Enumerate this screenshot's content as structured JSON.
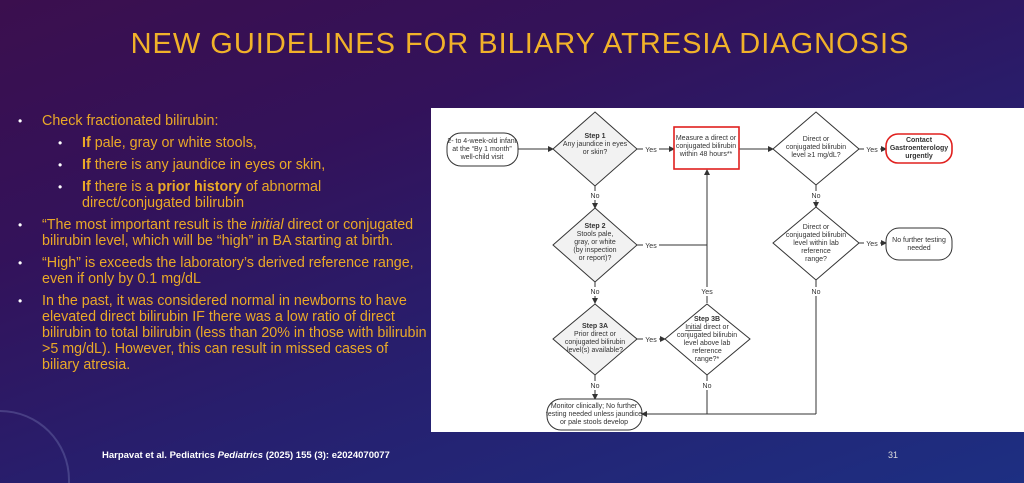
{
  "title": "NEW GUIDELINES FOR BILIARY ATRESIA DIAGNOSIS",
  "bullets": {
    "b1": "Check fractionated bilirubin:",
    "s1": {
      "if": "If",
      "rest": " pale, gray or white stools,"
    },
    "s2": {
      "if": "If",
      "rest": " there is any jaundice in eyes or skin,"
    },
    "s3": {
      "if": "If",
      "mid": " there is a ",
      "bold": "prior history",
      "rest": " of abnormal direct/conjugated bilirubin"
    },
    "b2": {
      "a": "“The most important result is the ",
      "em": "initial",
      "b": " direct or conjugated bilirubin level, which will be “high” in BA starting at birth."
    },
    "b3": "“High” is exceeds the laboratory’s derived reference range, even if only by 0.1 mg/dL",
    "b4": "In the past, it was considered normal in newborns to have elevated direct bilirubin IF there was a low ratio of direct bilirubin to total bilirubin (less than 20% in those with bilirubin >5 mg/dL). However, this can result in missed cases of biliary atresia."
  },
  "citation": {
    "a": "Harpavat et al. Pediatrics ",
    "em": "Pediatrics",
    "b": " (2025) 155 (3): e2024070077"
  },
  "page_number": "31",
  "flow": {
    "start": [
      "2- to 4-week-old infant",
      "at the “By 1 month”",
      "well-child visit"
    ],
    "step1": {
      "title": "Step 1",
      "lines": [
        "Any jaundice in eyes",
        "or skin?"
      ]
    },
    "measure": [
      "Measure a direct or",
      "conjugated bilirubin",
      "within 48 hours**"
    ],
    "level": [
      "Direct or",
      "conjugated bilirubin",
      "level ≥1 mg/dL?"
    ],
    "contact": [
      "Contact",
      "Gastroenterology",
      "urgently"
    ],
    "step2": {
      "title": "Step 2",
      "lines": [
        "Stools pale,",
        "gray, or white",
        "(by inspection",
        "or report)?"
      ]
    },
    "within": [
      "Direct or",
      "conjugated bilirubin",
      "level within lab",
      "reference",
      "range?"
    ],
    "nofurther": [
      "No further testing",
      "needed"
    ],
    "step3a": {
      "title": "Step 3A",
      "lines": [
        "Prior direct or",
        "conjugated bilirubin",
        "level(s) available?"
      ]
    },
    "step3b": {
      "title": "Step 3B",
      "u": "Initial",
      "first_rest": " direct or",
      "lines": [
        "conjugated bilirubin",
        "level above lab",
        "reference",
        "range?*"
      ]
    },
    "monitor": [
      "Monitor clinically; No further",
      "testing needed unless jaundice",
      "or pale stools develop"
    ],
    "yes": "Yes",
    "no": "No"
  },
  "colors": {
    "title": "#f1b22a",
    "text": "#eaa928",
    "highlight": "#e0201e"
  }
}
